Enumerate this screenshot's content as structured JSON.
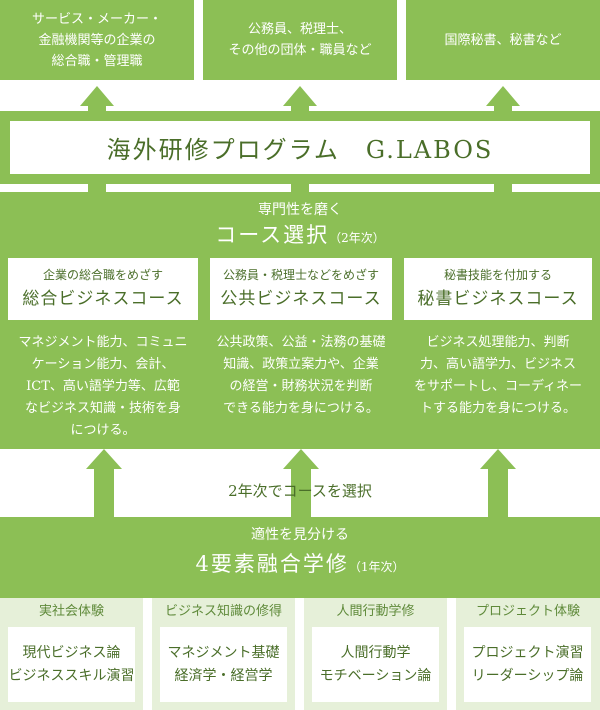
{
  "careers": [
    {
      "lines": [
        "サービス・メーカー・",
        "金融機関等の企業の",
        "総合職・管理職"
      ]
    },
    {
      "lines": [
        "公務員、税理士、",
        "その他の団体・職員など"
      ]
    },
    {
      "lines": [
        "国際秘書、秘書など"
      ]
    }
  ],
  "program": {
    "title": "海外研修プログラム　G.LABOS"
  },
  "course": {
    "lead": "専門性を磨く",
    "title": "コース選択",
    "year": "（2年次）",
    "columns": [
      {
        "sub": "企業の総合職をめざす",
        "name": "総合ビジネスコース",
        "desc": [
          "マネジメント能力、コミュニ",
          "ケーション能力、会計、",
          "ICT、高い語学力等、広範",
          "なビジネス知識・技術を身",
          "につける。"
        ]
      },
      {
        "sub": "公務員・税理士などをめざす",
        "name": "公共ビジネスコース",
        "desc": [
          "公共政策、公益・法務の基礎",
          "知識、政策立案力や、企業",
          "の経営・財務状況を判断",
          "できる能力を身につける。"
        ]
      },
      {
        "sub": "秘書技能を付加する",
        "name": "秘書ビジネスコース",
        "desc": [
          "ビジネス処理能力、判断",
          "力、高い語学力、ビジネス",
          "をサポートし、コーディネー",
          "トする能力を身につける。"
        ]
      }
    ]
  },
  "selection": {
    "label": "2年次でコースを選択"
  },
  "foundation": {
    "lead": "適性を見分ける",
    "title": "4要素融合学修",
    "year": "（1年次）",
    "columns": [
      {
        "title": "実社会体験",
        "lines": [
          "現代ビジネス論",
          "ビジネススキル演習"
        ]
      },
      {
        "title": "ビジネス知識の修得",
        "lines": [
          "マネジメント基礎",
          "経済学・経営学"
        ]
      },
      {
        "title": "人間行動学修",
        "lines": [
          "人間行動学",
          "モチベーション論"
        ]
      },
      {
        "title": "プロジェクト体験",
        "lines": [
          "プロジェクト演習",
          "リーダーシップ論"
        ]
      }
    ]
  },
  "colors": {
    "green": "#8cbf55",
    "light_green": "#e6f0d9",
    "dark_green": "#4a6e29"
  }
}
